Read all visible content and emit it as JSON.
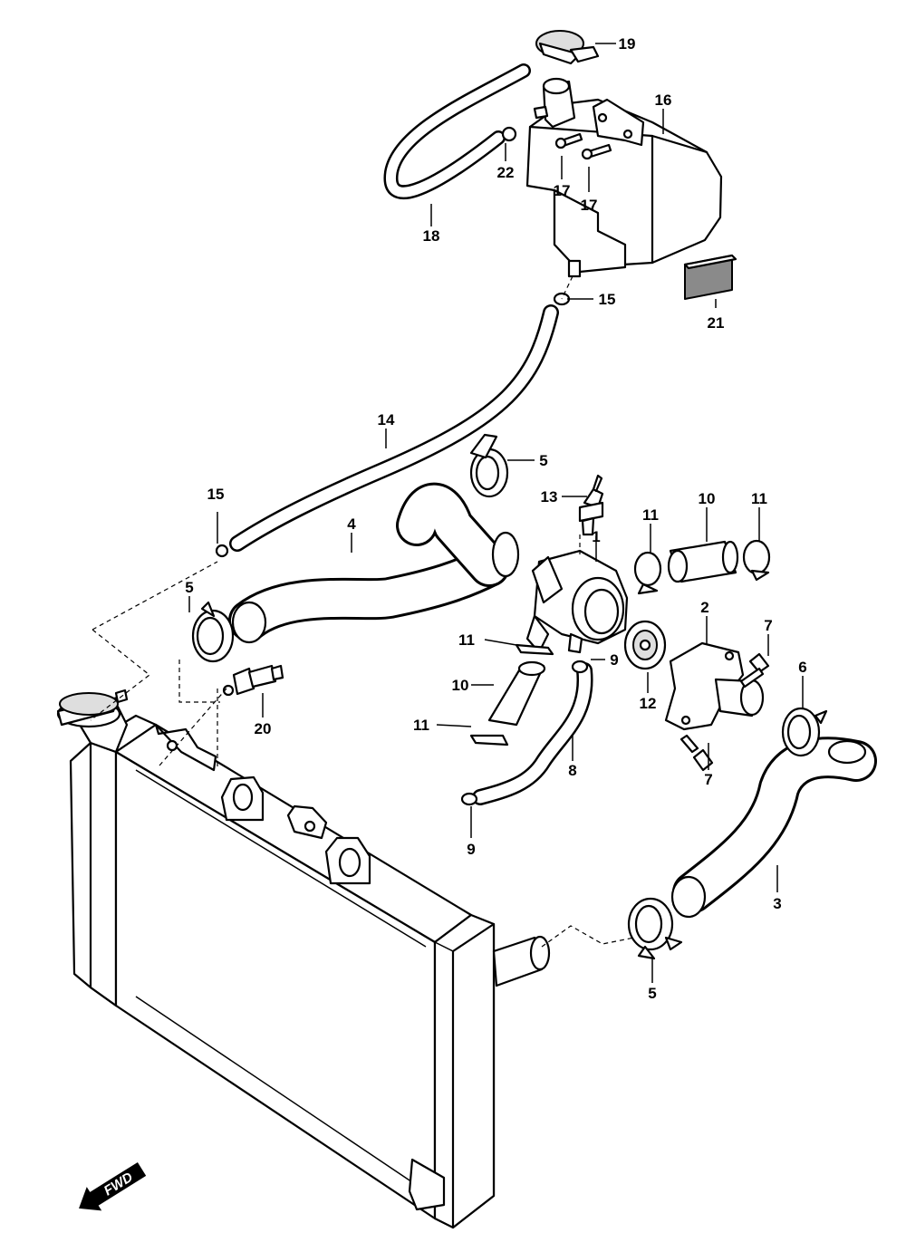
{
  "callouts": {
    "c1": "1",
    "c2": "2",
    "c3": "3",
    "c4": "4",
    "c5a": "5",
    "c5b": "5",
    "c5c": "5",
    "c6": "6",
    "c7a": "7",
    "c7b": "7",
    "c8": "8",
    "c9a": "9",
    "c9b": "9",
    "c10a": "10",
    "c10b": "10",
    "c11a": "11",
    "c11b": "11",
    "c11c": "11",
    "c11d": "11",
    "c12": "12",
    "c13": "13",
    "c14": "14",
    "c15a": "15",
    "c15b": "15",
    "c16": "16",
    "c17a": "17",
    "c17b": "17",
    "c18": "18",
    "c19": "19",
    "c20": "20",
    "c21": "21",
    "c22": "22"
  },
  "fwd_label": "FWD",
  "colors": {
    "line": "#000000",
    "background": "#ffffff",
    "shade": "#dedede",
    "label_pad": "#8a8a8a"
  }
}
